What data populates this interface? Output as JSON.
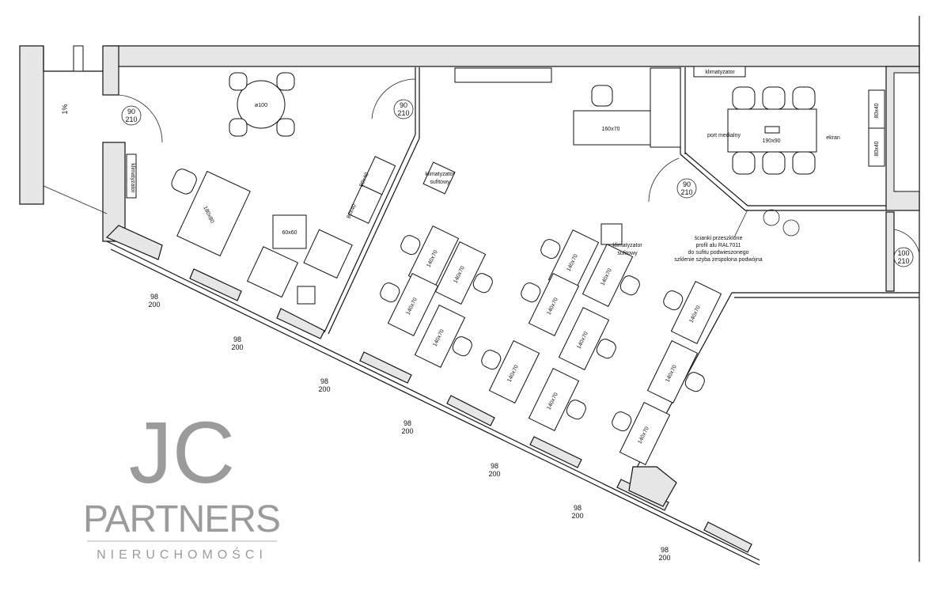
{
  "plan": {
    "slope_label": "1%",
    "door_entrance": {
      "w": "90",
      "h": "210"
    },
    "door_office": {
      "w": "90",
      "h": "210"
    },
    "door_meeting": {
      "w": "90",
      "h": "210"
    },
    "door_right": {
      "w": "100",
      "h": "210"
    },
    "round_table": "ø100",
    "desk_manager": "160x70",
    "desk_reception": "180x80",
    "coffee_table": "60x60",
    "cabinets_left": [
      "80x40",
      "80x40"
    ],
    "cabinets_meeting": [
      "80x40",
      "80x40"
    ],
    "meeting_table": "190x90",
    "port_label": "port medialny",
    "screen_label": "ekran",
    "ac_top": "klimatyzator",
    "ac_left": "klimatyzator",
    "ac_ceiling_1": [
      "klimatyzator",
      "sufitowy"
    ],
    "ac_ceiling_2": [
      "klimatyzator",
      "sufitowy"
    ],
    "glass_note": [
      "ścianki przeszklone",
      "profil alu RAL7011",
      "do sufitu podwieszonego",
      "szklenie szyba zespolona podwójna"
    ],
    "desks": [
      "140x70",
      "140x70",
      "140x70",
      "140x70",
      "140x70",
      "140x70",
      "140x70",
      "140x70",
      "140x70",
      "140x70",
      "140x70",
      "140x70",
      "140x70"
    ],
    "windows": [
      {
        "w": "98",
        "h": "200"
      },
      {
        "w": "98",
        "h": "200"
      },
      {
        "w": "98",
        "h": "200"
      },
      {
        "w": "98",
        "h": "200"
      },
      {
        "w": "98",
        "h": "200"
      },
      {
        "w": "98",
        "h": "200"
      },
      {
        "w": "98",
        "h": "200"
      }
    ]
  },
  "watermark": {
    "initials": "JC",
    "name": "PARTNERS",
    "sub": "NIERUCHOMOŚCI"
  }
}
